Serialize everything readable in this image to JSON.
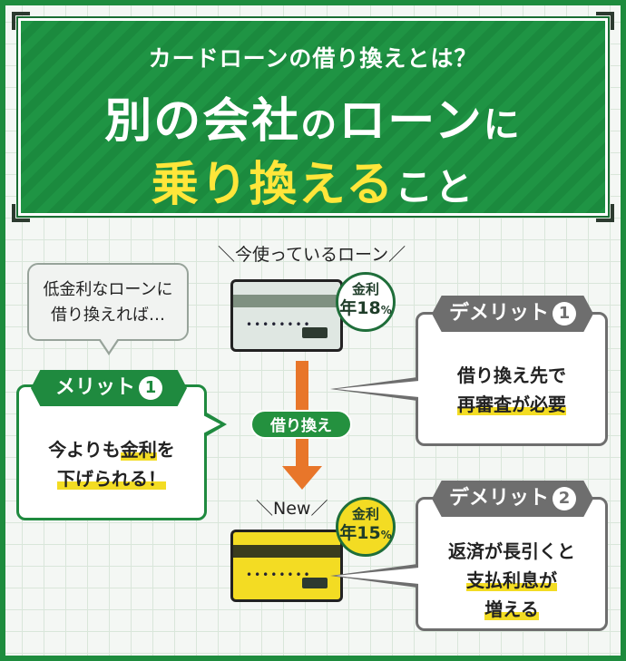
{
  "header": {
    "subtitle": "カードローンの借り換えとは？",
    "line1_a": "別の会社",
    "line1_b": "の",
    "line1_c": "ローン",
    "line1_d": "に",
    "line2_a": "乗り換える",
    "line2_b": "こと"
  },
  "current_loan": {
    "caption": "＼今使っているローン／",
    "card_dots": "••••••••",
    "rate_label": "金利",
    "rate_prefix": "年",
    "rate_value": "18",
    "rate_unit": "%"
  },
  "new_loan": {
    "caption": "＼New／",
    "card_dots": "••••••••",
    "rate_label": "金利",
    "rate_prefix": "年",
    "rate_value": "15",
    "rate_unit": "%"
  },
  "switch_label": "借り換え",
  "speech": {
    "line1": "低金利なローンに",
    "line2": "借り換えれば…"
  },
  "merit": {
    "tag": "メリット",
    "number": "1",
    "line1_a": "今よりも",
    "line1_b": "金利",
    "line1_c": "を",
    "line2": "下げられる！"
  },
  "demerit1": {
    "tag": "デメリット",
    "number": "1",
    "line1": "借り換え先で",
    "line2": "再審査が必要"
  },
  "demerit2": {
    "tag": "デメリット",
    "number": "2",
    "line1": "返済が長引くと",
    "line2": "支払利息が",
    "line3": "増える"
  },
  "colors": {
    "brand_green": "#1f8a3f",
    "accent_yellow": "#f3dc23",
    "arrow_orange": "#e8762a",
    "demerit_gray": "#6e6e6e"
  }
}
